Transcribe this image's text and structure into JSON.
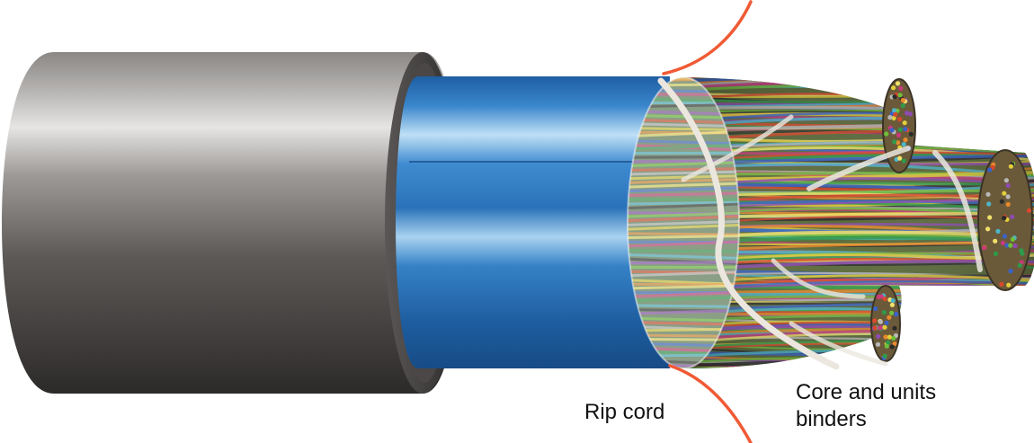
{
  "labels": {
    "rip_cord": "Rip cord",
    "core_line1": "Core and units",
    "core_line2": "binders"
  },
  "colors": {
    "background": "#ffffff",
    "jacket": "#6e6a68",
    "jacket_inner_rim": "#3e3b3a",
    "shield": "#2f7fc4",
    "rip_cord": "#f05a35",
    "binder": "#e8e4dc",
    "text": "#111111"
  },
  "wire_colors": [
    "#e2cf3a",
    "#2f9a4a",
    "#d9482b",
    "#3a63c9",
    "#8e4bb3",
    "#e7892c",
    "#4cb6c9",
    "#b8b8b8",
    "#c93a7a",
    "#6fbf3a",
    "#f0e06a",
    "#2b2b2b"
  ]
}
